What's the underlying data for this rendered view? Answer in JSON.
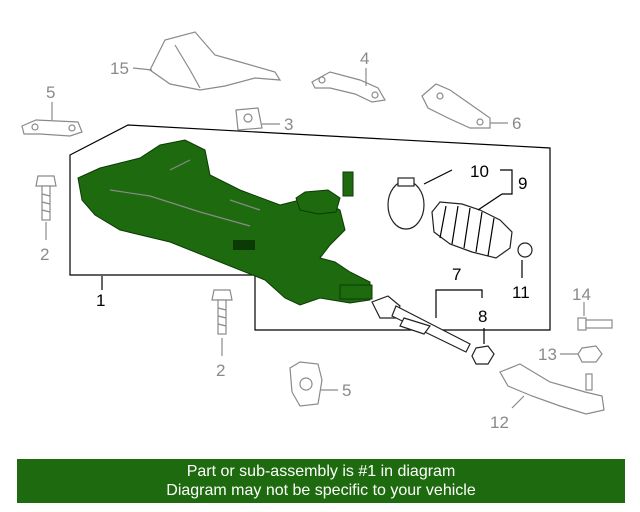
{
  "colors": {
    "highlight": "#1e6b0f",
    "callout_grey": "#8a8a8a",
    "callout_black": "#000000",
    "banner_text": "#ffffff"
  },
  "callouts": {
    "c1": "1",
    "c2a": "2",
    "c2b": "2",
    "c3": "3",
    "c4": "4",
    "c5a": "5",
    "c5b": "5",
    "c6": "6",
    "c7": "7",
    "c8": "8",
    "c9": "9",
    "c10": "10",
    "c11": "11",
    "c12": "12",
    "c13": "13",
    "c14": "14",
    "c15": "15"
  },
  "banner": {
    "line1": "Part or sub-assembly is #1 in diagram",
    "line2": "Diagram may not be specific to your vehicle"
  }
}
